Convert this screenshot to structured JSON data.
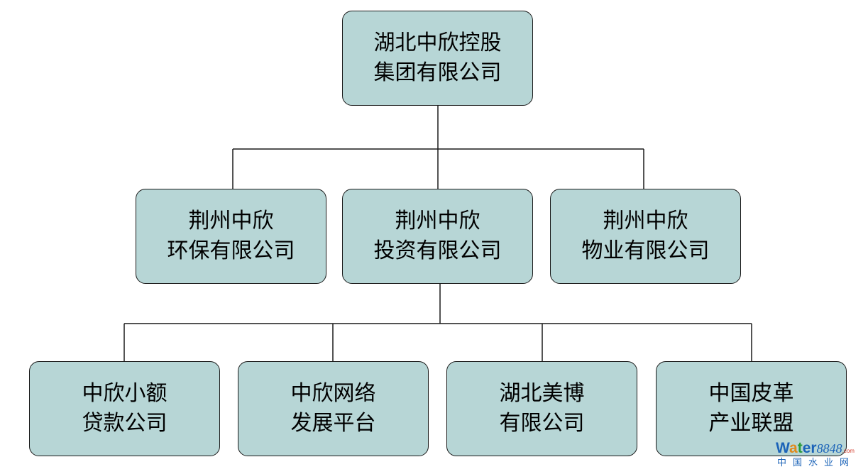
{
  "org_chart": {
    "root": {
      "lines": [
        "湖北中欣控股",
        "集团有限公司"
      ]
    },
    "level1": [
      {
        "lines": [
          "荆州中欣",
          "环保有限公司"
        ]
      },
      {
        "lines": [
          "荆州中欣",
          "投资有限公司"
        ]
      },
      {
        "lines": [
          "荆州中欣",
          "物业有限公司"
        ]
      }
    ],
    "level2": [
      {
        "lines": [
          "中欣小额",
          "贷款公司"
        ]
      },
      {
        "lines": [
          "中欣网络",
          "发展平台"
        ]
      },
      {
        "lines": [
          "湖北美博",
          "有限公司"
        ]
      },
      {
        "lines": [
          "中国皮革",
          "产业联盟"
        ]
      }
    ]
  },
  "watermark": {
    "logo_w": "W",
    "logo_a": "a",
    "logo_t": "t",
    "logo_er": "er",
    "logo_num": "8848",
    "logo_dot": ".com",
    "subtitle": "中国水业网"
  },
  "colors": {
    "node_fill": "#b7d6d6",
    "node_border": "#1a1a1a",
    "connector": "#1a1a1a"
  }
}
